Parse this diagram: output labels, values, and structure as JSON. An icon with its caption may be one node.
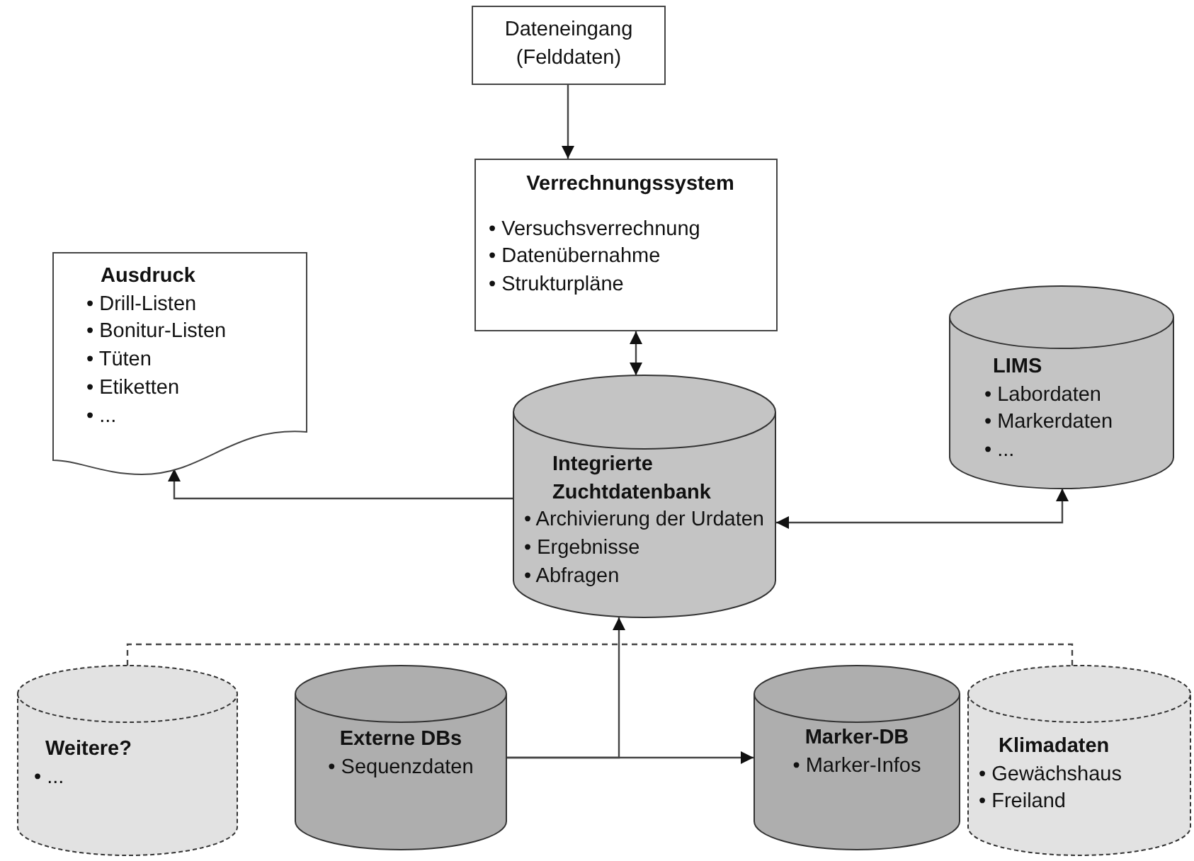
{
  "diagram": {
    "nodes": [
      {
        "text": [
          "Dateneingang (Felddaten)"
        ]
      },
      {
        "text": [
          "Verrechnungssystem",
          "• Versuchsverrechnung",
          "• Datenübernahme",
          "• Strukturpläne"
        ]
      },
      {
        "text": [
          "Ausdruck",
          "• Drill-Listen",
          "• Bonitur-Listen",
          "• Tüten",
          "• Etiketten",
          "• ..."
        ]
      },
      {
        "text": [
          "LIMS",
          "• Labordaten",
          "• Markerdaten",
          "• ..."
        ]
      },
      {
        "text": [
          "Integrierte Zuchtdatenbank",
          "• Archivierung der Urdaten",
          "• Ergebnisse",
          "• Abfragen"
        ]
      },
      {
        "text": [
          "Weitere?",
          "• ..."
        ]
      },
      {
        "text": [
          "Externe DBs",
          "• Sequenzdaten"
        ]
      },
      {
        "text": [
          "Marker-DB",
          "• Marker-Infos"
        ]
      },
      {
        "text": [
          "Klimadaten",
          "• Gewächshaus",
          "• Freiland"
        ]
      }
    ],
    "edges": [
      {
        "from": 0,
        "to": 1,
        "arrow": "to"
      },
      {
        "from": 1,
        "to": 4,
        "arrow": "both"
      },
      {
        "from": 4,
        "to": 2,
        "arrow": "to"
      },
      {
        "from": 4,
        "to": 3,
        "arrow": "both"
      },
      {
        "from": 6,
        "to": 4,
        "arrow": "to"
      },
      {
        "from": 6,
        "to": 7,
        "arrow": "to"
      },
      {
        "from": 5,
        "to": 8,
        "arrow": "none",
        "style": "dashed"
      }
    ]
  }
}
